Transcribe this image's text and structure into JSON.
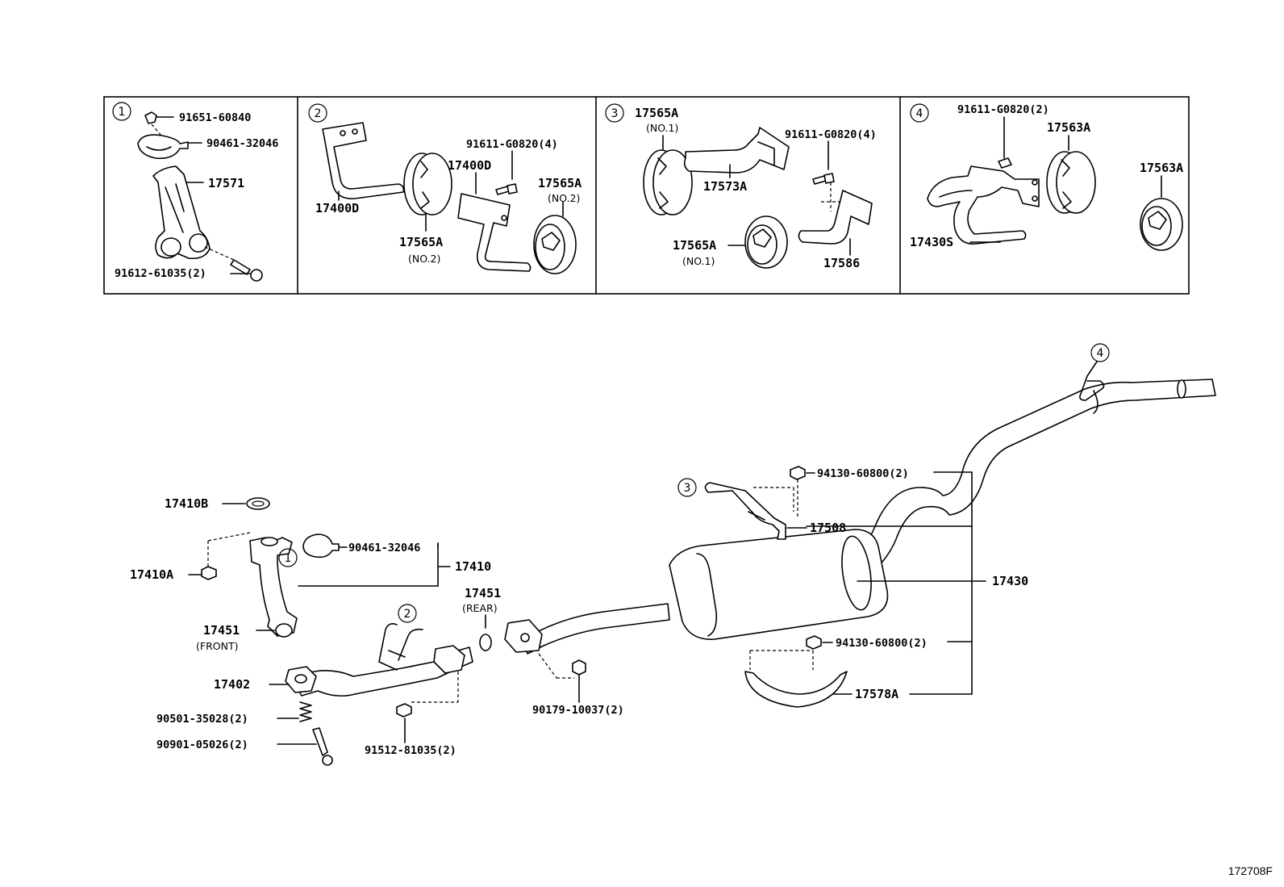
{
  "diagram_id": "172708F",
  "panels": [
    {
      "number": "1",
      "labels": {
        "a": "91651-60840",
        "b": "90461-32046",
        "c": "17571",
        "d": "91612-61035(2)"
      }
    },
    {
      "number": "2",
      "labels": {
        "a": "17400D",
        "b": "91611-G0820(4)",
        "c": "17400D",
        "d": "17565A",
        "e": "(NO.2)",
        "f": "17565A",
        "g": "(NO.2)"
      }
    },
    {
      "number": "3",
      "labels": {
        "a": "17565A",
        "b": "(NO.1)",
        "c": "91611-G0820(4)",
        "d": "17573A",
        "e": "17565A",
        "f": "(NO.1)",
        "g": "17586"
      }
    },
    {
      "number": "4",
      "labels": {
        "a": "91611-G0820(2)",
        "b": "17563A",
        "c": "17563A",
        "d": "17430S"
      }
    }
  ],
  "main": {
    "callouts": {
      "c1": "1",
      "c2": "2",
      "c3": "3",
      "c4": "4"
    },
    "labels": {
      "p17410B": "17410B",
      "p90461": "90461-32046",
      "p17410": "17410",
      "p17410A": "17410A",
      "p17451r": "17451",
      "p17451r_sub": "(REAR)",
      "p17451f": "17451",
      "p17451f_sub": "(FRONT)",
      "p17402": "17402",
      "p90501": "90501-35028(2)",
      "p90901": "90901-05026(2)",
      "p91512": "91512-81035(2)",
      "p90179": "90179-10037(2)",
      "p94130a": "94130-60800(2)",
      "p17508": "17508",
      "p17430": "17430",
      "p94130b": "94130-60800(2)",
      "p17578A": "17578A"
    }
  }
}
